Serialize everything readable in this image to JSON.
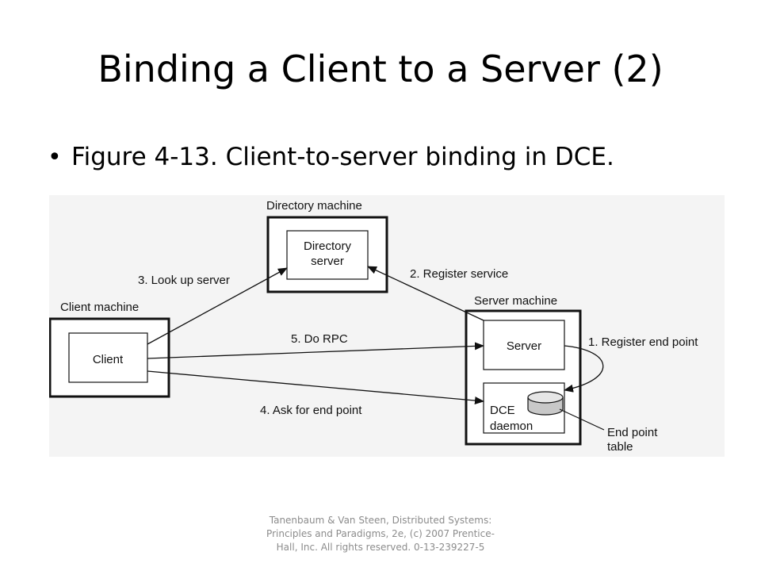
{
  "slide": {
    "title": "Binding a Client to a Server (2)",
    "bullet": "Figure 4-13. Client-to-server binding in DCE.",
    "footer": "Tanenbaum & Van Steen, Distributed Systems: Principles and Paradigms, 2e, (c) 2007 Prentice-Hall, Inc. All rights reserved. 0-13-239227-5"
  },
  "diagram": {
    "directory_machine_label": "Directory machine",
    "directory_server_line1": "Directory",
    "directory_server_line2": "server",
    "client_machine_label": "Client machine",
    "client_label": "Client",
    "server_machine_label": "Server machine",
    "server_label": "Server",
    "dce_line1": "DCE",
    "dce_line2": "daemon",
    "end_point_table_line1": "End point",
    "end_point_table_line2": "table",
    "step1": "1. Register end point",
    "step2": "2. Register service",
    "step3": "3. Look up server",
    "step4": "4. Ask for end point",
    "step5": "5. Do RPC"
  }
}
